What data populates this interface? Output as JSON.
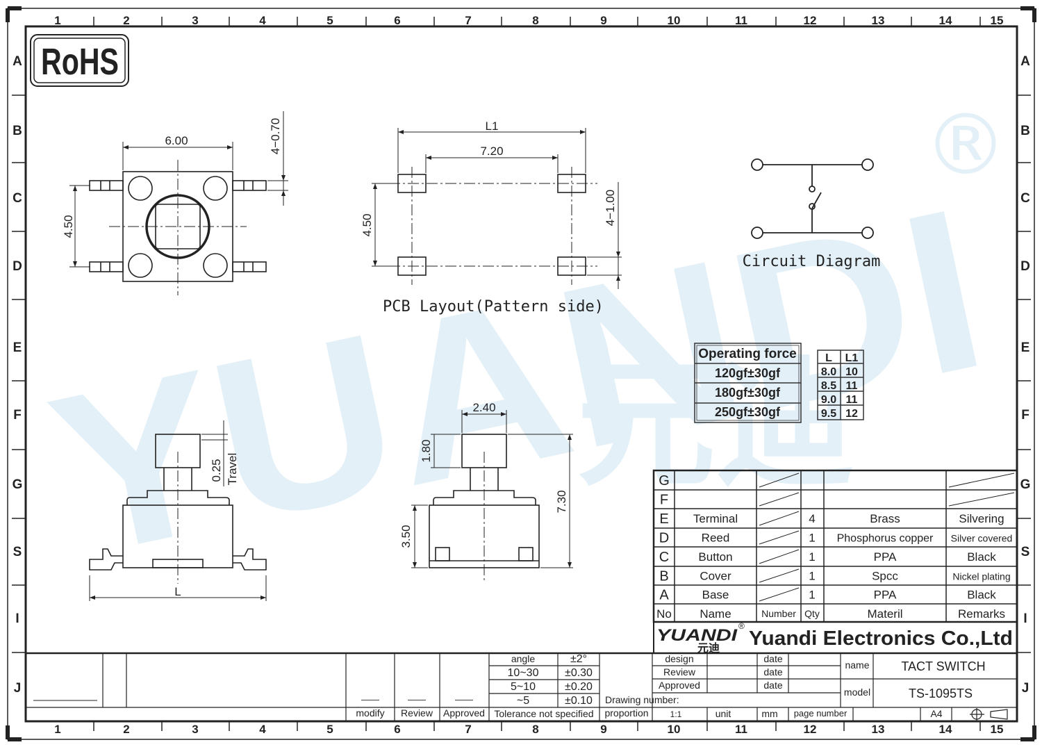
{
  "frame": {
    "cols": [
      "1",
      "2",
      "3",
      "4",
      "5",
      "6",
      "7",
      "8",
      "9",
      "10",
      "11",
      "12",
      "13",
      "14",
      "15"
    ],
    "rows": [
      "A",
      "B",
      "C",
      "D",
      "E",
      "F",
      "G",
      "S",
      "I",
      "J"
    ]
  },
  "rohs": "RoHS",
  "watermark": {
    "text": "YUANDI",
    "sub": "元迪",
    "reg": "®"
  },
  "top_view": {
    "width": "6.00",
    "height": "4.50",
    "terminal": "4−0.70"
  },
  "pcb": {
    "l1": "L1",
    "pitch": "7.20",
    "height": "4.50",
    "pad": "4−1.00",
    "caption": "PCB Layout(Pattern side)"
  },
  "circuit": {
    "caption": "Circuit Diagram"
  },
  "side_view": {
    "travel_value": "0.25",
    "travel_label": "Travel",
    "length": "L"
  },
  "front_view": {
    "width": "2.40",
    "cap": "1.80",
    "total": "7.30",
    "body": "3.50"
  },
  "force_table": {
    "header": "Operating force",
    "rows": [
      "120gf±30gf",
      "180gf±30gf",
      "250gf±30gf"
    ]
  },
  "ll1_table": {
    "headers": [
      "L",
      "L1"
    ],
    "rows": [
      [
        "8.0",
        "10"
      ],
      [
        "8.5",
        "11"
      ],
      [
        "9.0",
        "11"
      ],
      [
        "9.5",
        "12"
      ]
    ]
  },
  "bom": {
    "rows": [
      {
        "no": "G",
        "name": "",
        "qty": "",
        "material": "",
        "remarks": ""
      },
      {
        "no": "F",
        "name": "",
        "qty": "",
        "material": "",
        "remarks": ""
      },
      {
        "no": "E",
        "name": "Terminal",
        "qty": "4",
        "material": "Brass",
        "remarks": "Silvering"
      },
      {
        "no": "D",
        "name": "Reed",
        "qty": "1",
        "material": "Phosphorus copper",
        "remarks": "Silver covered"
      },
      {
        "no": "C",
        "name": "Button",
        "qty": "1",
        "material": "PPA",
        "remarks": "Black"
      },
      {
        "no": "B",
        "name": "Cover",
        "qty": "1",
        "material": "Spcc",
        "remarks": "Nickel plating"
      },
      {
        "no": "A",
        "name": "Base",
        "qty": "1",
        "material": "PPA",
        "remarks": "Black"
      }
    ],
    "headers": {
      "no": "No",
      "name": "Name",
      "number": "Number",
      "qty": "Qty",
      "material": "Materil",
      "remarks": "Remarks"
    }
  },
  "company": {
    "logo": "YUANDI",
    "logo_cn": "元迪",
    "reg": "®",
    "name": "Yuandi Electronics Co.,Ltd"
  },
  "title_block": {
    "design": "design",
    "review": "Review",
    "approved": "Approved",
    "date": "date",
    "name_label": "name",
    "name_value": "TACT SWITCH",
    "model_label": "model",
    "model_value": "TS-1095TS",
    "drawing_number": "Drawing number:",
    "proportion": "proportion",
    "scale": "1:1",
    "unit": "unit",
    "unit_value": "mm",
    "page_number": "page number",
    "size": "A4"
  },
  "tolerance": {
    "rows": [
      [
        "angle",
        "±2°"
      ],
      [
        "10~30",
        "±0.30"
      ],
      [
        "5~10",
        "±0.20"
      ],
      [
        "~5",
        "±0.10"
      ]
    ],
    "footer": "Tolerance not specified"
  },
  "revision": {
    "modify": "modify",
    "review": "Review",
    "approved": "Approved",
    "dash": "——"
  }
}
